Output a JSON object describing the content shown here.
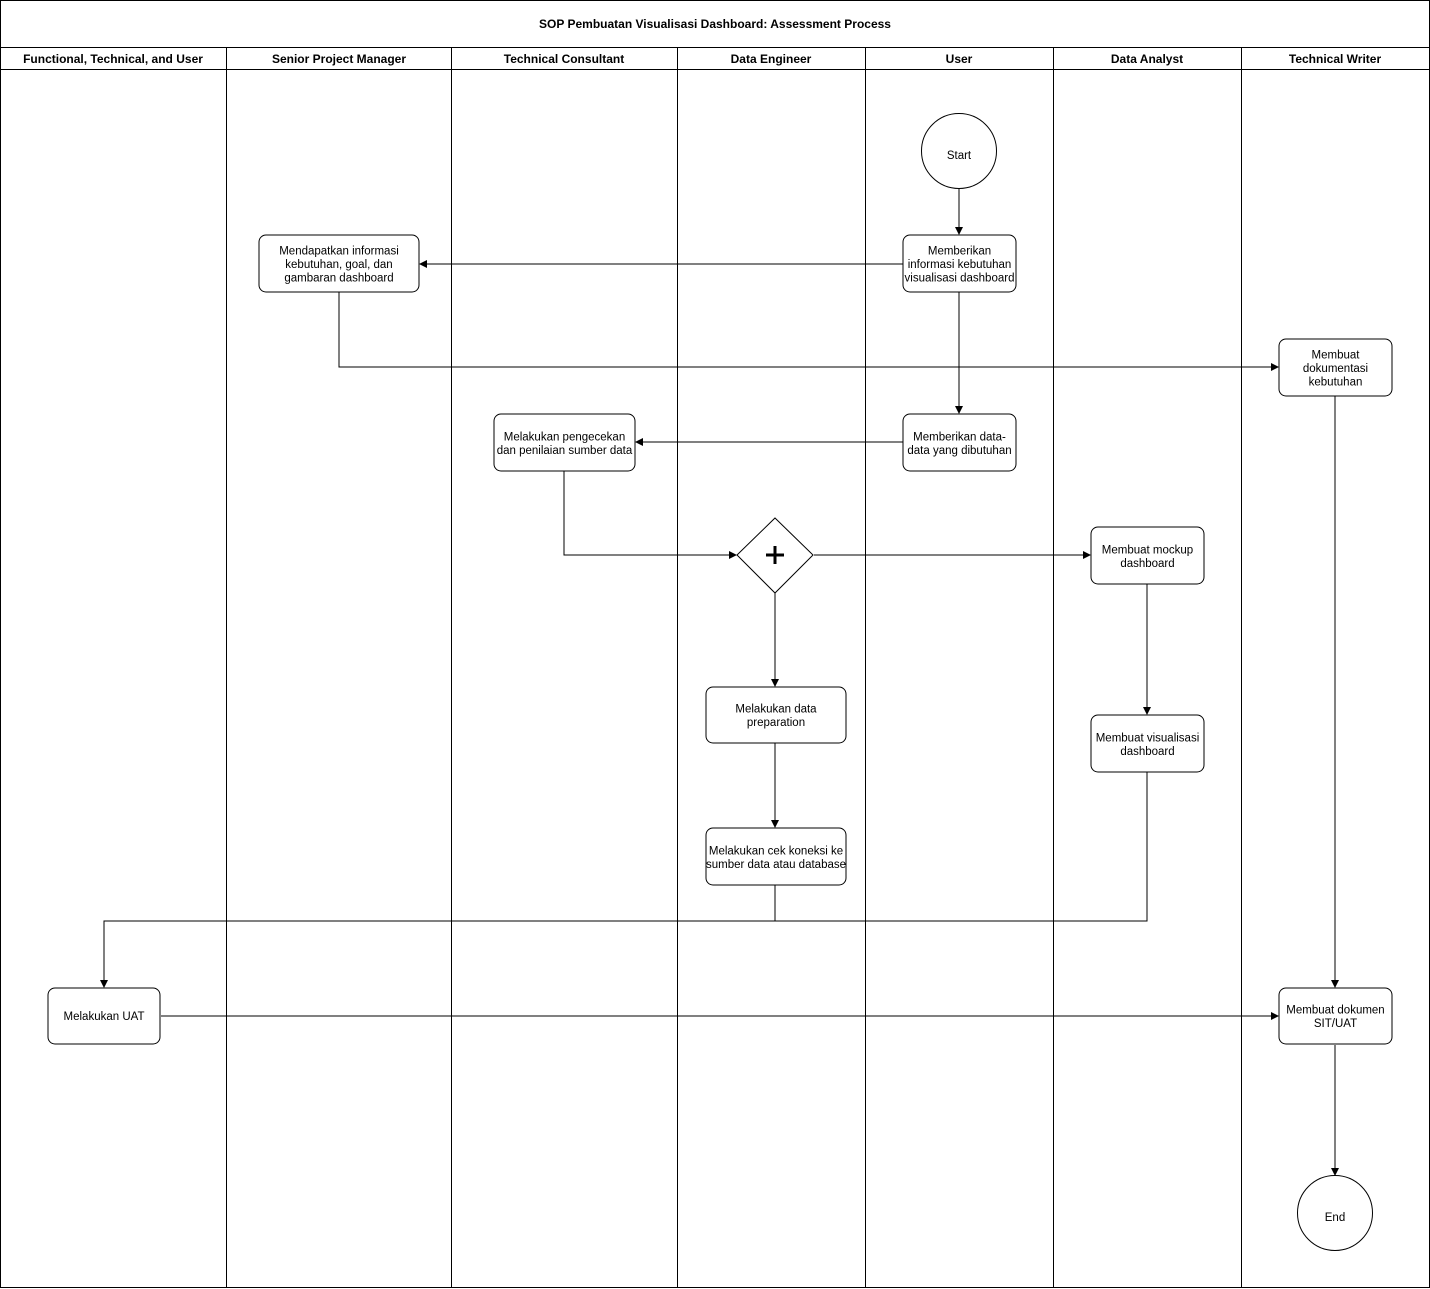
{
  "title": "SOP Pembuatan Visualisasi Dashboard: Assessment Process",
  "lanes": [
    "Functional, Technical, and User",
    "Senior Project Manager",
    "Technical Consultant",
    "Data Engineer",
    "User",
    "Data Analyst",
    "Technical Writer"
  ],
  "nodes": {
    "start": [
      "Start"
    ],
    "user_info": [
      "Memberikan",
      "informasi kebutuhan",
      "visualisasi dashboard"
    ],
    "spm_info": [
      "Mendapatkan informasi",
      "kebutuhan, goal, dan",
      "gambaran dashboard"
    ],
    "tw_doc": [
      "Membuat",
      "dokumentasi",
      "kebutuhan"
    ],
    "user_data": [
      "Memberikan data-",
      "data yang dibutuhan"
    ],
    "tc_check": [
      "Melakukan pengecekan",
      "dan penilaian sumber data"
    ],
    "gateway": [
      "+"
    ],
    "da_mockup": [
      "Membuat mockup",
      "dashboard"
    ],
    "de_prep": [
      "Melakukan data",
      "preparation"
    ],
    "da_vis": [
      "Membuat visualisasi",
      "dashboard"
    ],
    "de_conn": [
      "Melakukan cek koneksi ke",
      "sumber data atau database"
    ],
    "uat": [
      "Melakukan UAT"
    ],
    "tw_sit": [
      "Membuat dokumen",
      "SIT/UAT"
    ],
    "end": [
      "End"
    ]
  },
  "colors": {
    "stroke": "#000000",
    "fill": "#ffffff"
  }
}
